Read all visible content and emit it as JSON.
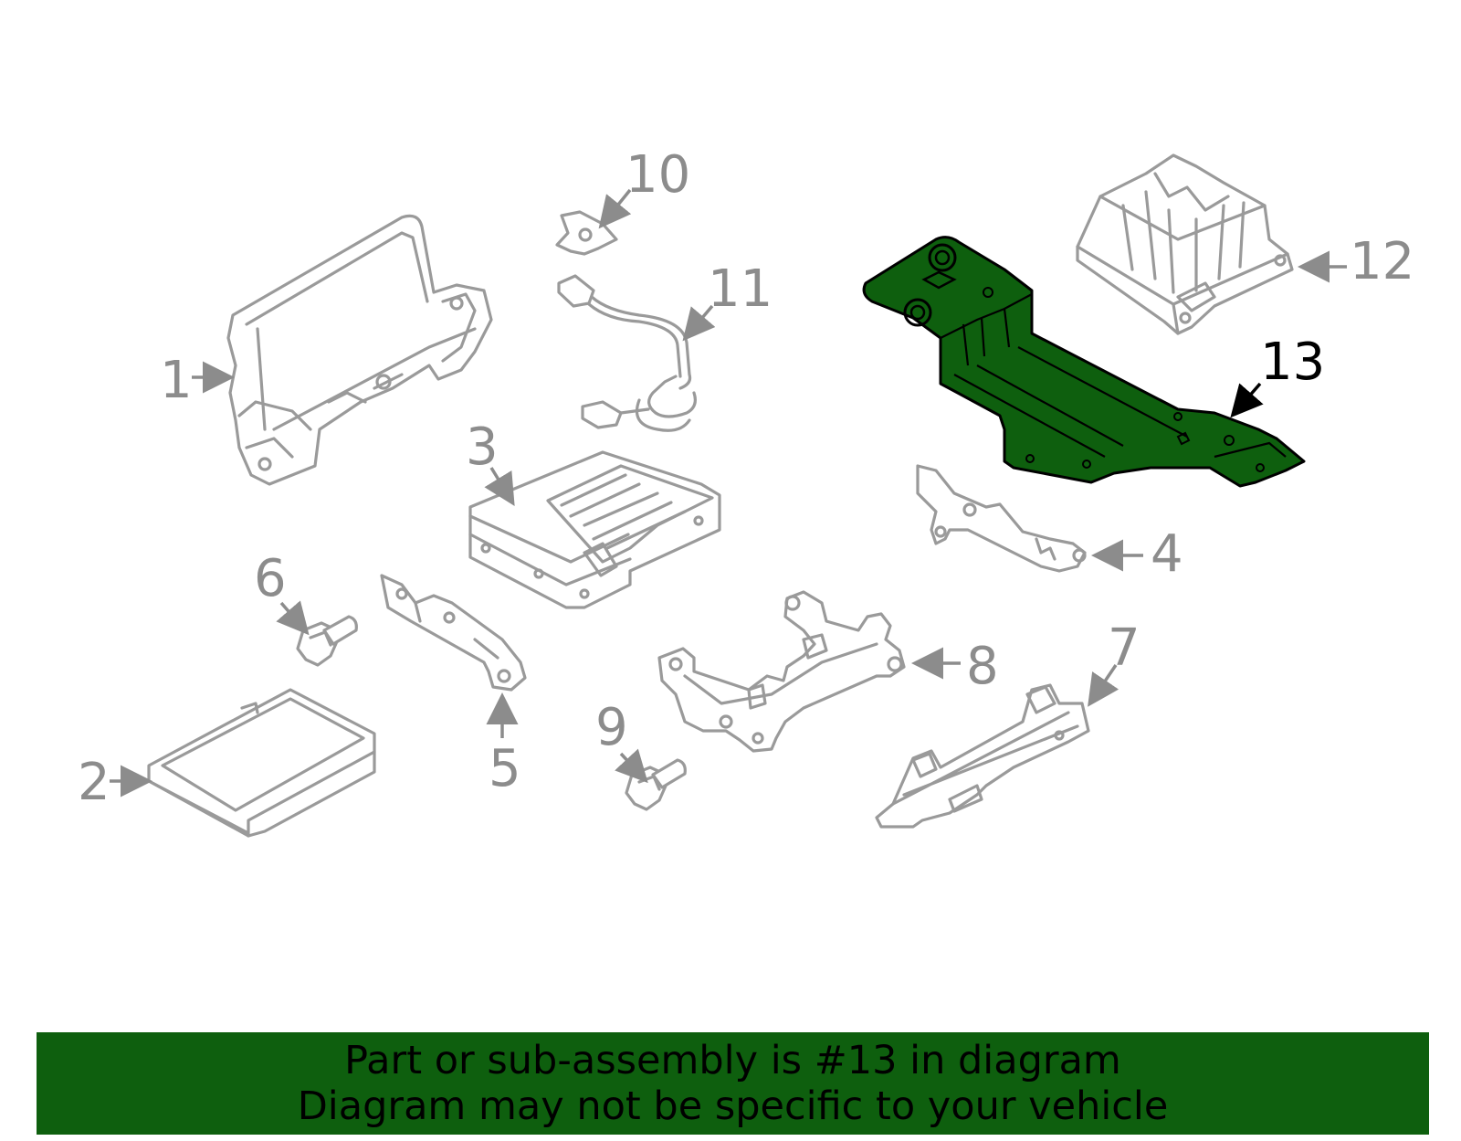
{
  "callouts": {
    "c1": "1",
    "c2": "2",
    "c3": "3",
    "c4": "4",
    "c5": "5",
    "c6": "6",
    "c7": "7",
    "c8": "8",
    "c9": "9",
    "c10": "10",
    "c11": "11",
    "c12": "12",
    "c13": "13"
  },
  "highlighted_part": "13",
  "colors": {
    "highlight": "#0e5f0e",
    "line": "#9a9a9a",
    "label": "#8c8c8c"
  },
  "banner": {
    "line1": "Part or sub-assembly is #13 in diagram",
    "line2": "Diagram may not be specific to your vehicle"
  }
}
